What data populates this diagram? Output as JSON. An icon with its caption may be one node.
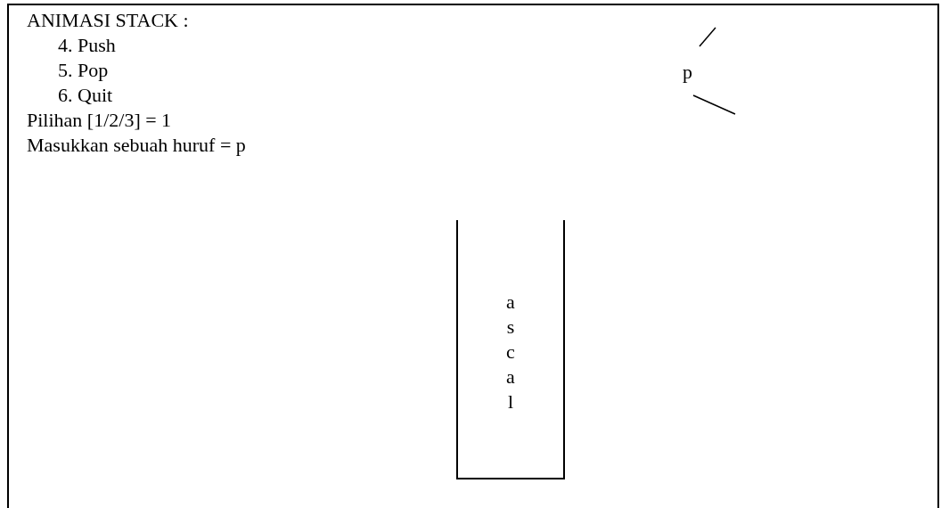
{
  "diagram": {
    "title": "ANIMASI STACK :",
    "nodes": [
      {
        "text": [
          "a",
          "s",
          "c",
          "a",
          "l"
        ]
      }
    ],
    "labels": [
      "4. Push",
      "5. Pop",
      "6. Quit",
      "Pilihan [1/2/3] = 1",
      "Masukkan sebuah huruf = p",
      "p"
    ]
  }
}
